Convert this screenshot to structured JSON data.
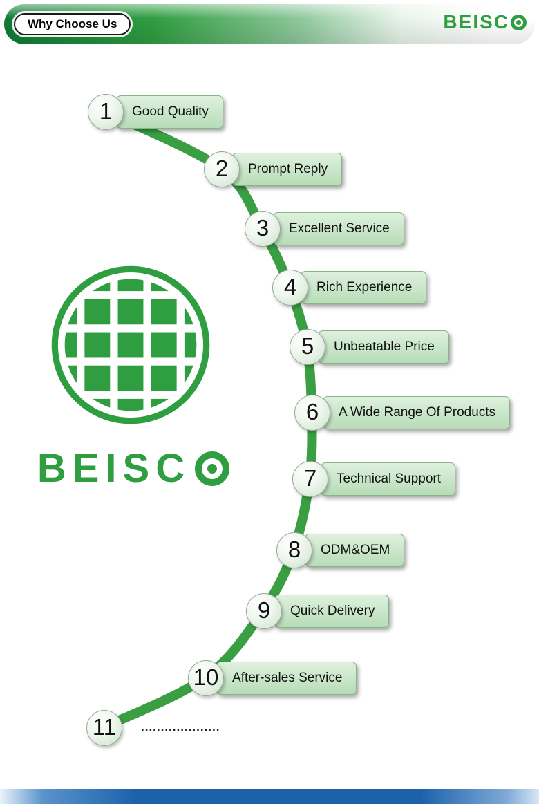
{
  "header": {
    "badge_label": "Why Choose Us",
    "brand_prefix": "BEISC",
    "brand_o_icon": "ring-o-icon"
  },
  "logo": {
    "mark_icon": "grid-globe-icon",
    "brand_prefix": "BEISC",
    "brand_o_icon": "ring-o-icon"
  },
  "colors": {
    "accent_green": "#2f9e41",
    "arc_green": "#3a9e43",
    "box_fill_top": "#def1de",
    "box_fill_bottom": "#b7dcb7",
    "footer_blue": "#1c62ab"
  },
  "items": [
    {
      "number": "1",
      "label": "Good Quality"
    },
    {
      "number": "2",
      "label": "Prompt Reply"
    },
    {
      "number": "3",
      "label": "Excellent Service"
    },
    {
      "number": "4",
      "label": "Rich Experience"
    },
    {
      "number": "5",
      "label": "Unbeatable Price"
    },
    {
      "number": "6",
      "label": "A Wide Range Of Products"
    },
    {
      "number": "7",
      "label": "Technical Support"
    },
    {
      "number": "8",
      "label": "ODM&OEM"
    },
    {
      "number": "9",
      "label": "Quick Delivery"
    },
    {
      "number": "10",
      "label": "After-sales Service"
    },
    {
      "number": "11",
      "label": "...................."
    }
  ]
}
